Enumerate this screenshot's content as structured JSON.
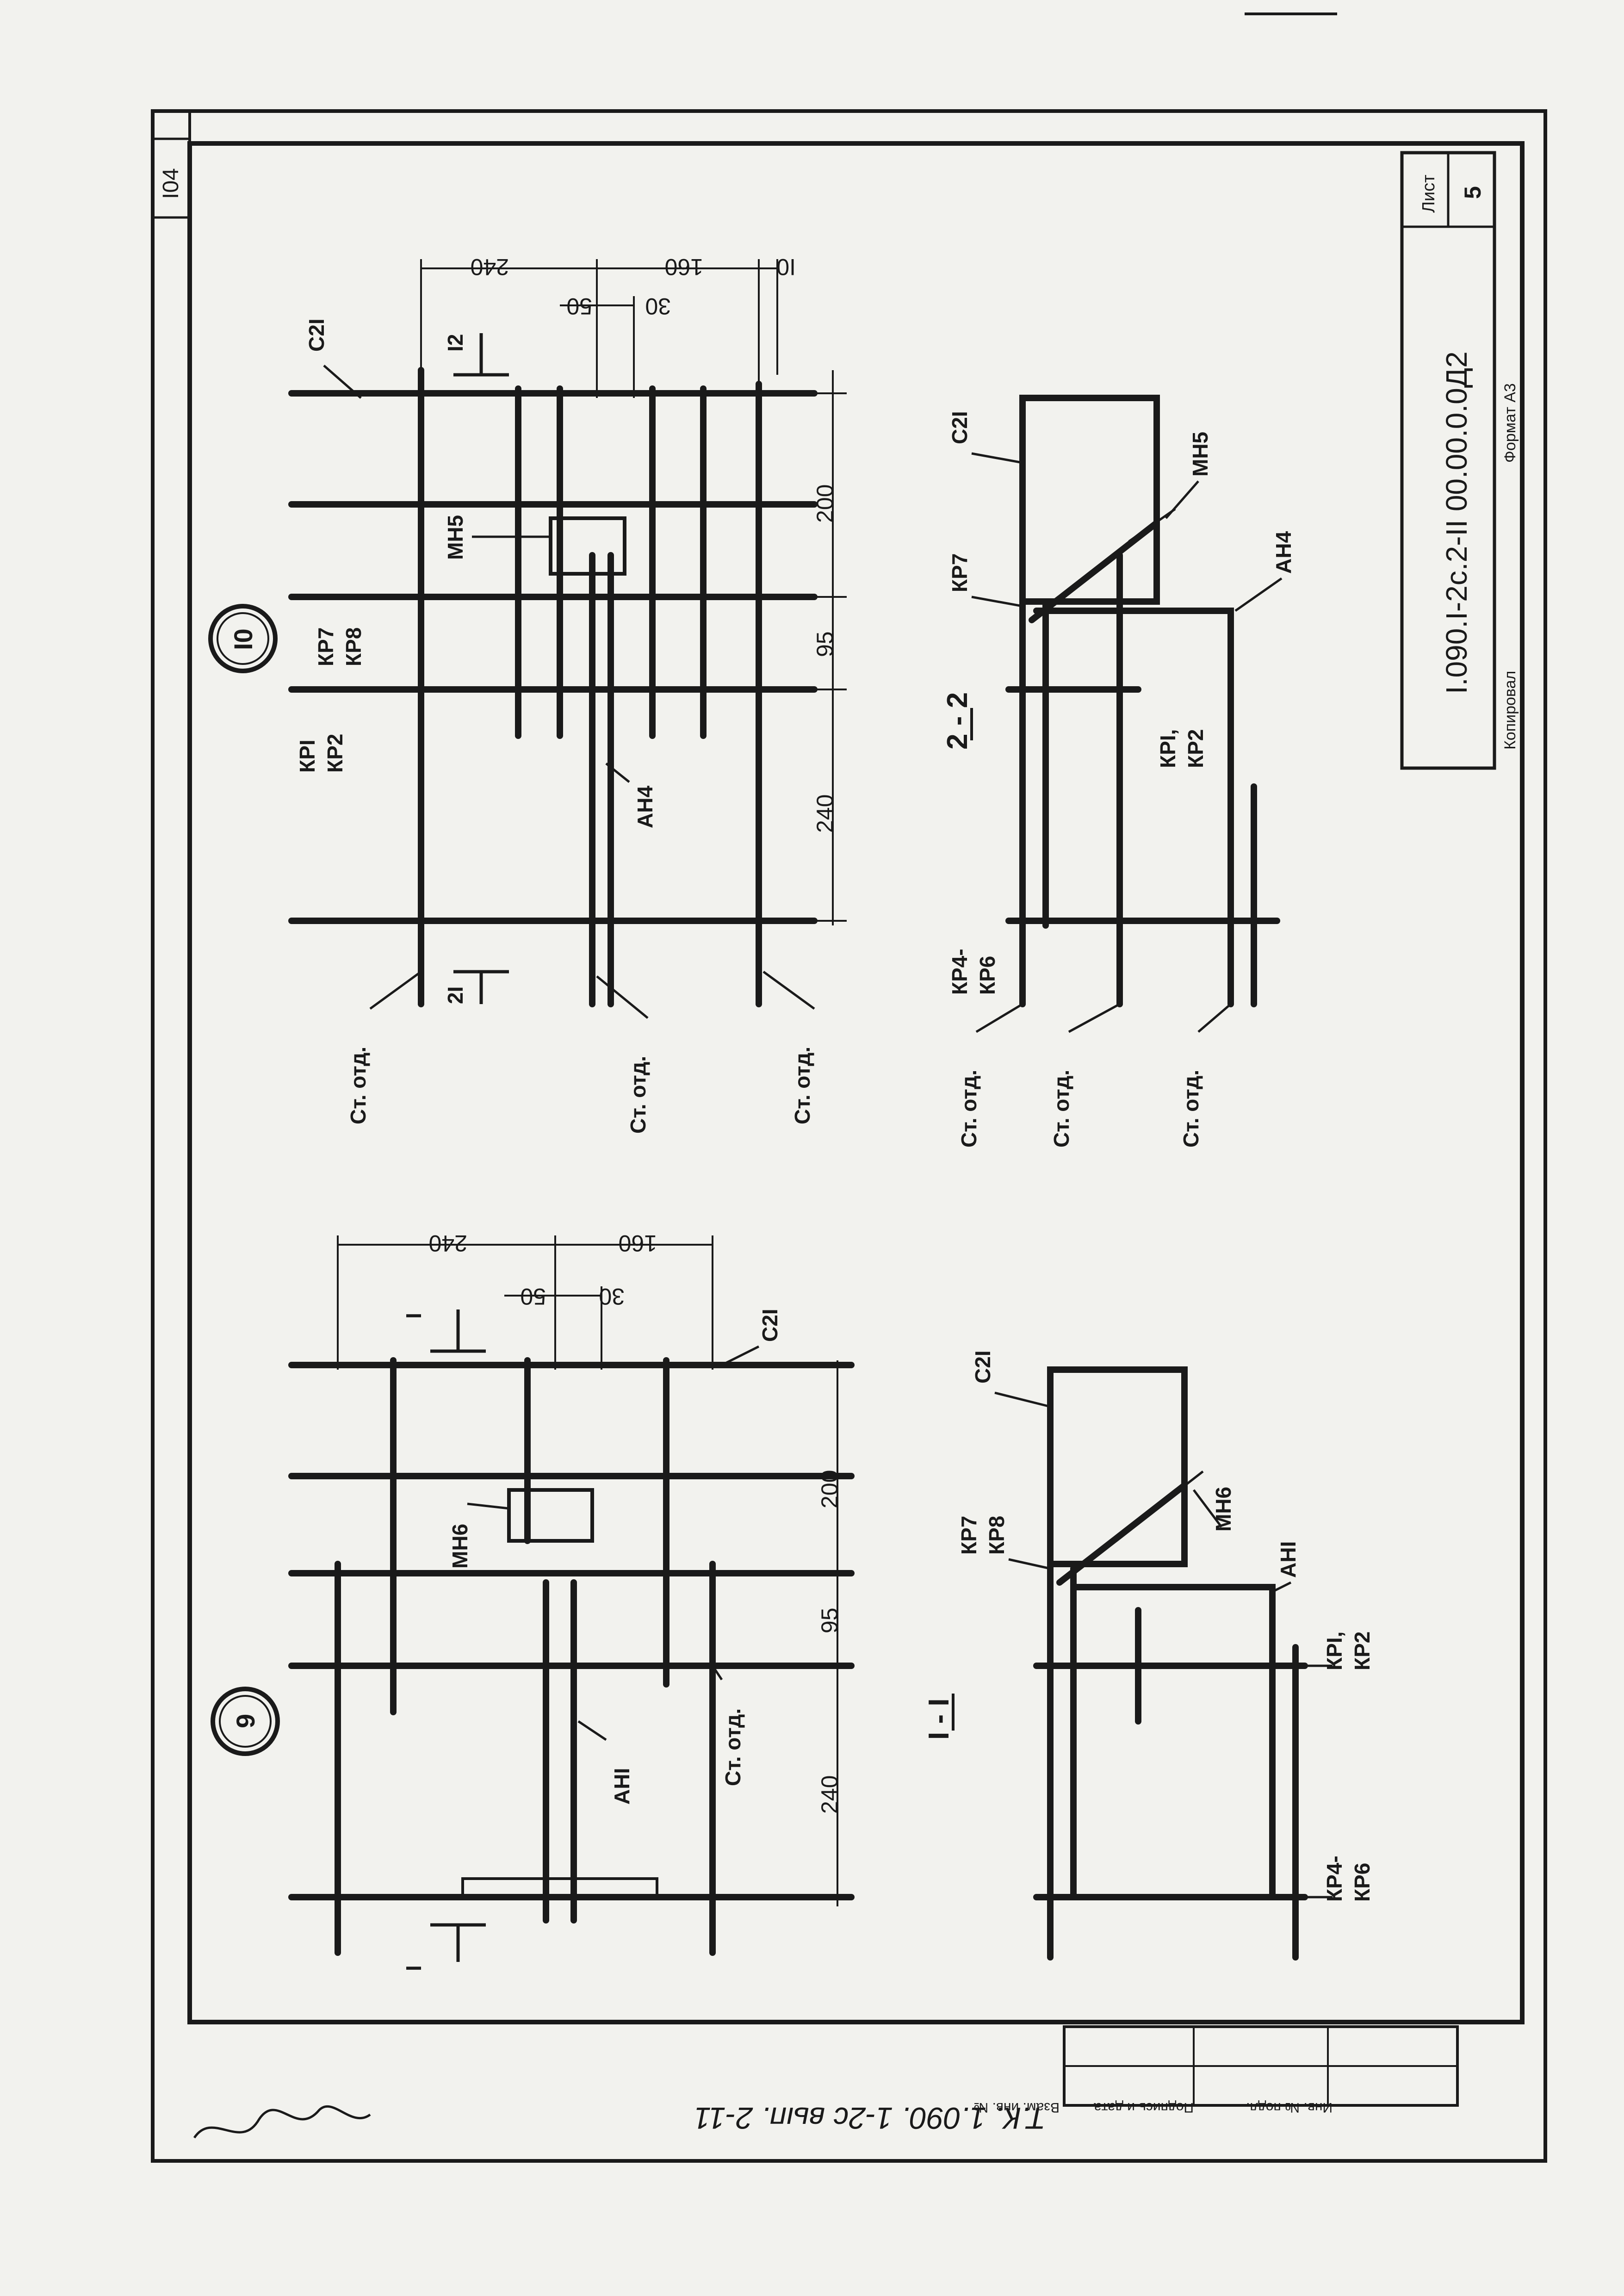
{
  "sheet": {
    "page_number": "I04",
    "code": "I.090.I-2c.2-II 00.00.0.0Д2",
    "list_label": "Лист",
    "list_number": "5",
    "kopiroval": "Копировал",
    "format": "Формат А3",
    "handwritten": "Т.К. 1.090. 1-2с вып. 2-11",
    "signature": "signature-mark",
    "side_stamp": [
      "Инв. № подл.",
      "Подпись и дата",
      "Взам. инв. №"
    ]
  },
  "node10": {
    "number": "I0",
    "top_dims": [
      "240",
      "160",
      "I0"
    ],
    "inner_dims": [
      "50",
      "30"
    ],
    "side_dims": [
      "200",
      "95",
      "240"
    ],
    "labels": {
      "c21": "С2I",
      "kp1_kp2": [
        "КРI",
        "КР2"
      ],
      "kp7_kp8": [
        "КР7",
        "КР8"
      ],
      "mn5": "МН5",
      "an4": "АН4",
      "otd1": "Ст. отд.",
      "otd2": "Ст. отд.",
      "otd3": "Ст. отд."
    },
    "section_marks": [
      "I2",
      "2I"
    ]
  },
  "node9": {
    "number": "9",
    "top_dims": [
      "240",
      "160"
    ],
    "inner_dims": [
      "50",
      "30"
    ],
    "side_dims": [
      "200",
      "95",
      "240"
    ],
    "labels": {
      "c21": "С2I",
      "mn6": "МН6",
      "an1": "АНI",
      "otd": "Ст. отд."
    },
    "section_marks": [
      "I",
      "I"
    ]
  },
  "section22": {
    "title": "2 - 2",
    "labels": {
      "c21": "С2I",
      "kp7": "КР7",
      "mn5": "МН5",
      "an4": "АН4",
      "kp1_kp2": [
        "КРI,",
        "КР2"
      ],
      "kp4_kp6": [
        "КР4-",
        "КР6"
      ],
      "otd1": "Ст. отд.",
      "otd2": "Ст. отд.",
      "otd3": "Ст. отд."
    }
  },
  "section11": {
    "title": "I - I",
    "labels": {
      "c21": "С2I",
      "kp7_kp8": [
        "КР7",
        "КР8"
      ],
      "mn6": "МН6",
      "an1": "АНI",
      "kp1_kp2": [
        "КРI,",
        "КР2"
      ],
      "kp4_kp6": [
        "КР4-",
        "КР6"
      ]
    }
  }
}
